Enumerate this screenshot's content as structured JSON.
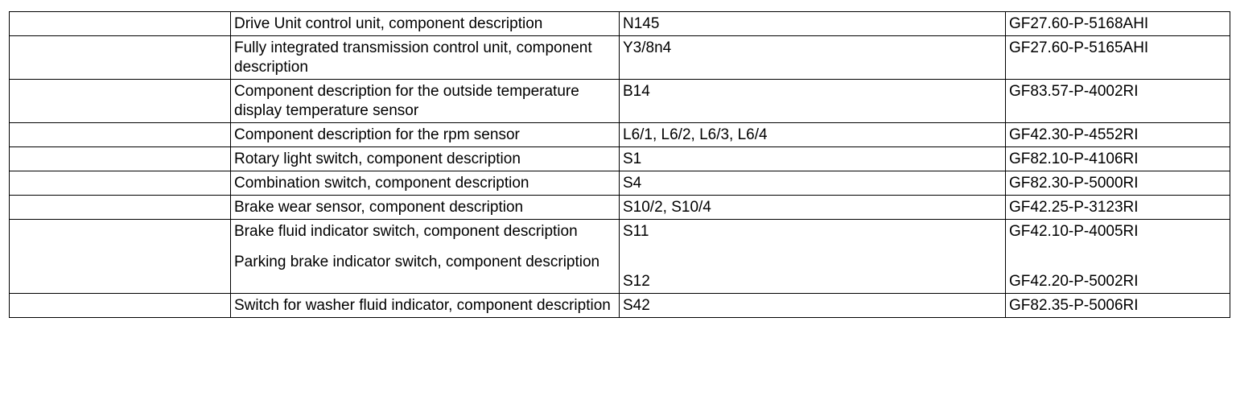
{
  "rows": [
    {
      "entries": [
        {
          "description": "Drive Unit control unit, component description",
          "code": "N145",
          "reference": "GF27.60-P-5168AHI"
        }
      ]
    },
    {
      "entries": [
        {
          "description": "Fully integrated transmission control unit, component description",
          "code": "Y3/8n4",
          "reference": "GF27.60-P-5165AHI"
        }
      ]
    },
    {
      "entries": [
        {
          "description": "Component description for the outside temperature display temperature sensor",
          "code": "B14",
          "reference": "GF83.57-P-4002RI"
        }
      ]
    },
    {
      "entries": [
        {
          "description": "Component description for the rpm sensor",
          "code": "L6/1, L6/2, L6/3, L6/4",
          "reference": "GF42.30-P-4552RI"
        }
      ]
    },
    {
      "entries": [
        {
          "description": "Rotary light switch, component description",
          "code": "S1",
          "reference": "GF82.10-P-4106RI"
        }
      ]
    },
    {
      "entries": [
        {
          "description": "Combination switch, component description",
          "code": "S4",
          "reference": "GF82.30-P-5000RI"
        }
      ]
    },
    {
      "entries": [
        {
          "description": "Brake wear sensor, component description",
          "code": "S10/2, S10/4",
          "reference": "GF42.25-P-3123RI"
        }
      ]
    },
    {
      "entries": [
        {
          "description": "Brake fluid indicator switch, component description",
          "code": "S11",
          "reference": "GF42.10-P-4005RI"
        },
        {
          "description": "Parking brake indicator switch, component description",
          "code": "S12",
          "reference": "GF42.20-P-5002RI"
        }
      ]
    },
    {
      "entries": [
        {
          "description": "Switch for washer fluid indicator, component description",
          "code": "S42",
          "reference": "GF82.35-P-5006RI"
        }
      ]
    }
  ]
}
